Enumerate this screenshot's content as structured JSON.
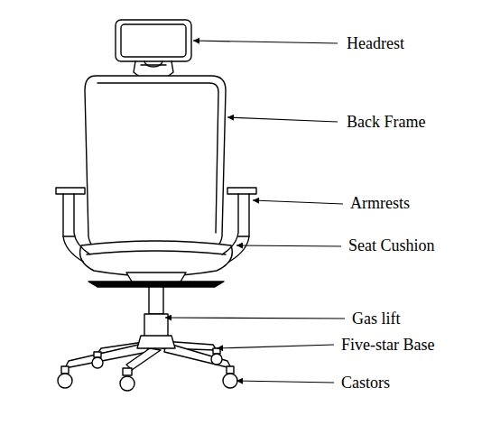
{
  "diagram": {
    "labels": [
      "Headrest",
      "Back Frame",
      "Armrests",
      "Seat Cushion",
      "Gas lift",
      "Five-star Base",
      "Castors"
    ]
  }
}
